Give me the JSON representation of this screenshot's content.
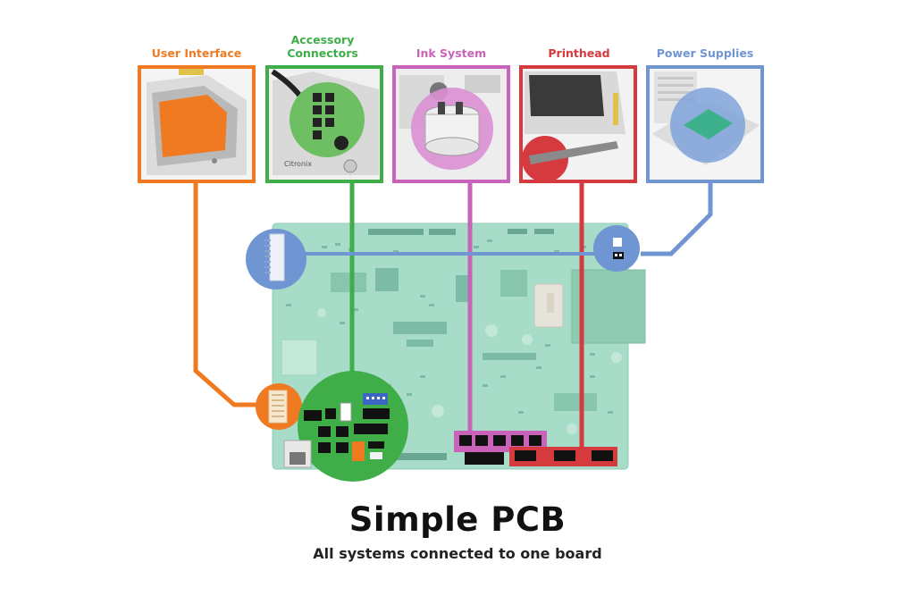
{
  "diagram": {
    "title": "Simple PCB",
    "subtitle": "All systems connected to one board",
    "systems": [
      {
        "id": "ui",
        "label_lines": [
          "User Interface"
        ],
        "color": "#f07a22"
      },
      {
        "id": "acc",
        "label_lines": [
          "Accessory",
          "Connectors"
        ],
        "color": "#3fae49"
      },
      {
        "id": "ink",
        "label_lines": [
          "Ink System"
        ],
        "color": "#c963b9"
      },
      {
        "id": "ph",
        "label_lines": [
          "Printhead"
        ],
        "color": "#d43a3e"
      },
      {
        "id": "ps",
        "label_lines": [
          "Power Supplies"
        ],
        "color": "#6f95d3"
      }
    ],
    "board_color": "#a6dcc8",
    "logo_text": "Citronix"
  }
}
